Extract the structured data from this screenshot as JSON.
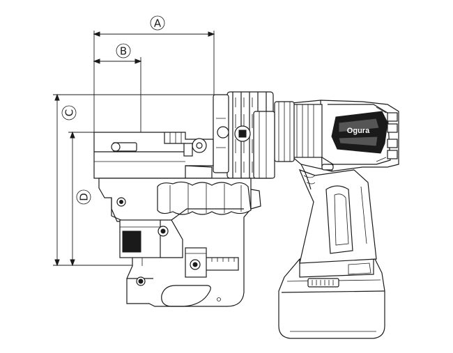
{
  "dimensions": {
    "a": "A",
    "b": "B",
    "c": "C",
    "d": "D"
  },
  "brand": {
    "logo_text": "Ogura"
  }
}
